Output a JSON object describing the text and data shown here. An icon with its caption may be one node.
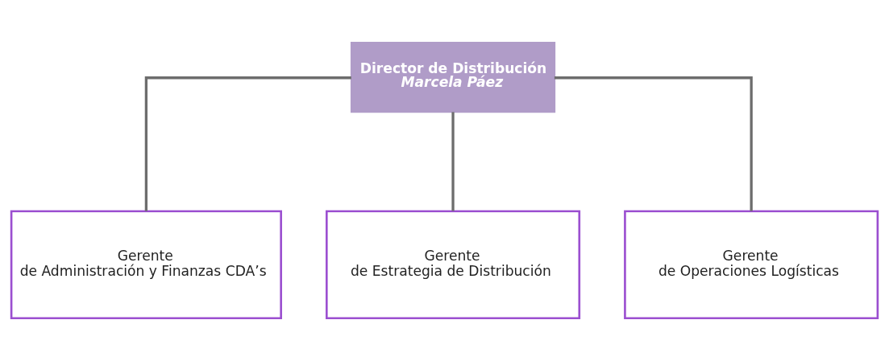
{
  "diagram": {
    "nodes": [
      {
        "text": [
          "Director de Distribución",
          "Marcela Páez"
        ]
      },
      {
        "text": [
          "Gerente de Administración y Finanzas CDA’s"
        ]
      },
      {
        "text": [
          "Gerente de Estrategia de Distribución"
        ]
      },
      {
        "text": [
          "Gerente de Operaciones Logísticas"
        ]
      }
    ],
    "edges": [
      {
        "from": 0,
        "to": 1,
        "arrow": "none"
      },
      {
        "from": 0,
        "to": 2,
        "arrow": "none"
      },
      {
        "from": 0,
        "to": 3,
        "arrow": "none"
      }
    ]
  }
}
